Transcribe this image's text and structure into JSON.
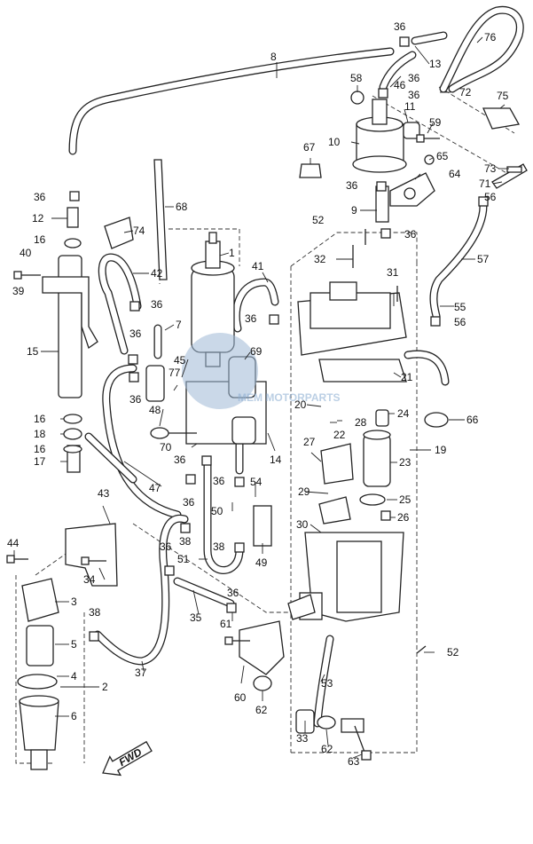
{
  "diagram": {
    "callouts": [
      "1",
      "2",
      "3",
      "4",
      "5",
      "6",
      "7",
      "8",
      "9",
      "10",
      "11",
      "12",
      "13",
      "14",
      "15",
      "16",
      "17",
      "18",
      "19",
      "20",
      "21",
      "22",
      "23",
      "24",
      "25",
      "26",
      "27",
      "28",
      "29",
      "30",
      "31",
      "32",
      "33",
      "34",
      "35",
      "36",
      "37",
      "38",
      "39",
      "40",
      "41",
      "42",
      "43",
      "44",
      "45",
      "46",
      "47",
      "48",
      "49",
      "50",
      "51",
      "52",
      "53",
      "54",
      "55",
      "56",
      "57",
      "58",
      "59",
      "60",
      "61",
      "62",
      "63",
      "64",
      "65",
      "66",
      "67",
      "68",
      "69",
      "70",
      "71",
      "72",
      "73",
      "74",
      "75",
      "76",
      "77"
    ],
    "fwd_label": "FWD"
  },
  "watermark": {
    "text": "MEM MOTORPARTS",
    "color": "#8fb0d3"
  }
}
